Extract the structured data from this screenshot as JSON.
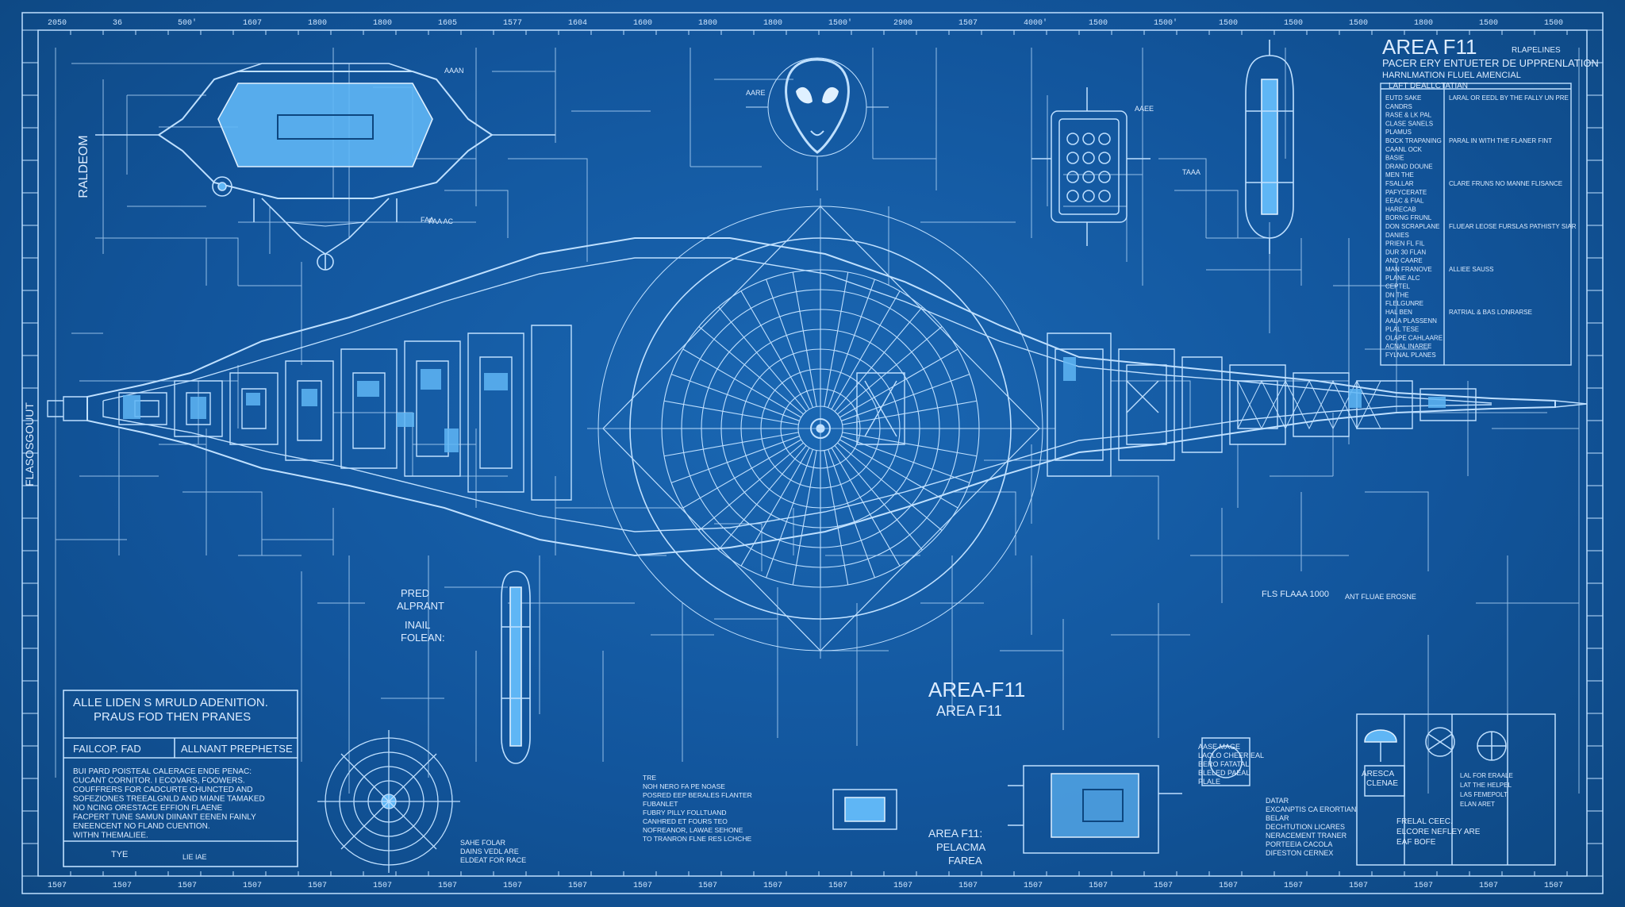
{
  "title_block": {
    "title": "AREA F11",
    "corner_tag": "RLAPELINES",
    "subtitle_1": "PACER ERY ENTUETER DE UPPRENLATION",
    "subtitle_2": "HARNLMATION FLUEL AMENCIAL",
    "header": "LAFT DEALLCTATIAN",
    "legend_labels": [
      "EUTD SAKE",
      "CANDRS",
      "RASE & LK PAL",
      "CLASE SANELS",
      "PLAMUS",
      "BOCK TRAPANING",
      "CAANL OCK",
      "BASIE",
      "DRAND DOUNE",
      "MEN THE",
      "FSALLAR",
      "PAFYCERATE",
      "EEAC & FIAL",
      "HARECAB",
      "BORNG FRUNL",
      "DON SCRAPLANE",
      "DANIES",
      "PRIEN FL FIL",
      "DUR 30 FLAN",
      "AND CAARE",
      "MAN FRANOVE",
      "PLANE ALC",
      "CEPTEL",
      "DN THE",
      "FLELGUNRE",
      "HAL BEN",
      "AALA PLASSENN",
      "PLAL TESE",
      "OLAPE CAHLAARE",
      "ACNAL INAREE",
      "FYLNAL PLANES"
    ],
    "legend_notes": [
      "LARAL OR EEDL BY THE FALLY UN PRE",
      "PARAL IN WITH THE FLANER FINT",
      "CLARE FRUNS NO MANNE FLISANCE",
      "FLUEAR LEOSE FURSLAS PATHISTY SIAR",
      "ALLIEE SAUSS",
      "RATRIAL & BAS LONRARSE"
    ]
  },
  "top_labels": {
    "left_vertical": "RALDEOM",
    "left_edge_vertical": "FLASOSGOUUT",
    "top_labels": [
      "AAAN",
      "FAA AC",
      "AARE",
      "FAA",
      "AAEE",
      "TAAA"
    ]
  },
  "ruler": {
    "top": [
      "2050",
      "36",
      "500'",
      "1607",
      "1800",
      "1800",
      "1605",
      "1577",
      "1604",
      "1600",
      "1800",
      "1800",
      "1500'",
      "2900",
      "1507",
      "4000'",
      "1500",
      "1500'",
      "1500",
      "1500",
      "1500",
      "1800",
      "1500",
      "1500"
    ],
    "bottom": [
      "1507",
      "1507",
      "1507",
      "1507",
      "1507",
      "1507",
      "1507",
      "1507",
      "1507",
      "1507",
      "1507",
      "1507",
      "1507",
      "1507",
      "1507",
      "1507",
      "1507",
      "1507",
      "1507",
      "1507",
      "1507",
      "1507",
      "1507",
      "1507"
    ]
  },
  "center": {
    "label_main": "AREA-F11",
    "label_sub": "AREA F11",
    "pred_1": "PRED",
    "pred_2": "ALPRANT",
    "inail_1": "INAIL",
    "inail_2": "FOLEAN:",
    "scale_label": "FLS FLAAA  1000",
    "scale_note": "ANT FLUAE EROSNE"
  },
  "note_box": {
    "head_1": "ALLE LIDEN S MRULD ADENITION.",
    "head_2": "PRAUS FOD THEN PRANES",
    "row_left": "FAILCOP. FAD",
    "row_right": "ALLNANT PREPHETSE",
    "body": [
      "BUI PARD POISTEAL CALERACE ENDE PENAC:",
      "CUCANT CORNITOR. I ECOVARS, FOOWERS.",
      "COUFFRERS FOR CADCURTE CHUNCTED AND",
      "SOFEZIONES TREEALGNLD AND MIANE TAMAKED",
      "NO NCING ORESTACE EFFION FLAENE",
      "FACPERT TUNE SAMUN DIINANT EENEN FAINLY",
      "ENEENCENT NO FLAND CUENTION.",
      "WITHN THEMALIEE."
    ],
    "footer_left": "TYE",
    "footer_mid": "LIE IAE"
  },
  "bottom_notes": {
    "col1": [
      "TRE",
      "NOH NERO FA PE NOASE",
      "POSRED EEP BERALES FLANTER",
      "FUBANLET",
      "FUBRY PILLY FOLLTUAND",
      "CANHRED ET FOURS TEO",
      "NOFREANOR, LAWAE SEHONE",
      "TO TRANRON FLNE RES LCHCHE"
    ],
    "col2": [
      "SAHE FOLAR",
      "DAINS VEDL ARE",
      "ELDEAT FOR RACE"
    ],
    "area_f11_1": "AREA F11:",
    "area_f11_2": "PELACMA",
    "area_f11_3": "FAREA",
    "mid_block": [
      "AASE MAGE",
      "LACLO CHEER EAL",
      "BERO FATATAL",
      "BLELED PAEAL",
      "PLALE"
    ],
    "exec_list": [
      "DATAR",
      "EXCANPTIS CA ERORTIAN",
      "BELAR",
      "DECHTUTION LICARES",
      "NERACEMENT TRANER",
      "PORTEEIA CACOLA",
      "DIFESTON CERNEX"
    ],
    "areesa_1": "ARESCA",
    "areesa_2": "CLENAE",
    "right_notes": [
      "LAL FOR ERAALE",
      "LAT THE HELPEL",
      "LAS FEMEPOLT",
      "ELAN ARET"
    ],
    "right_bottom": [
      "FRELAL CEEC.",
      "ELCORE NEFLEY ARE",
      "EAF BOFE"
    ]
  },
  "colors": {
    "background": "#12559c",
    "line": "#bfe0ff",
    "fill_accent": "#5fb6f5"
  }
}
